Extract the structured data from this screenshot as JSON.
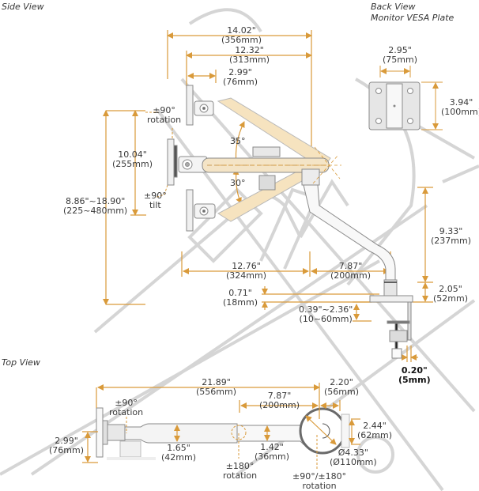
{
  "colors": {
    "dimension": "#d99a3a",
    "arm_fill": "#f4f4f4",
    "arm_stroke": "#8a8a8a",
    "highlight": "#f6e3bf",
    "watermark": "#bdbdbd"
  },
  "views": {
    "side_title": "Side View",
    "back_title_line1": "Back View",
    "back_title_line2": "Monitor VESA Plate",
    "top_title": "Top View"
  },
  "side_view": {
    "overall_reach": {
      "in": "14.02\"",
      "mm": "(356mm)"
    },
    "arm_reach": {
      "in": "12.32\"",
      "mm": "(313mm)"
    },
    "head_offset": {
      "in": "2.99\"",
      "mm": "(76mm)"
    },
    "rotation": {
      "value": "±90°",
      "label": "rotation"
    },
    "tilt": {
      "value": "±90°",
      "label": "tilt"
    },
    "angle_up": "35°",
    "angle_down": "30°",
    "vertical_travel": {
      "in": "10.04\"",
      "mm": "(255mm)"
    },
    "height_range": {
      "in": "8.86\"~18.90\"",
      "mm": "(225~480mm)"
    },
    "lower_reach": {
      "in": "12.76\"",
      "mm": "(324mm)"
    },
    "base_arm": {
      "in": "7.87\"",
      "mm": "(200mm)"
    },
    "pole_height": {
      "in": "9.33\"",
      "mm": "(237mm)"
    },
    "base_height": {
      "in": "2.05\"",
      "mm": "(52mm)"
    },
    "clamp_plate": {
      "in": "0.71\"",
      "mm": "(18mm)"
    },
    "desk_thickness": {
      "in": "0.39\"~2.36\"",
      "mm": "(10~60mm)"
    },
    "clamp_gap": {
      "in": "0.20\"",
      "mm": "(5mm)"
    }
  },
  "back_view": {
    "width": {
      "in": "2.95\"",
      "mm": "(75mm)"
    },
    "height": {
      "in": "3.94\"",
      "mm": "(100mm)"
    }
  },
  "top_view": {
    "total_length": {
      "in": "21.89\"",
      "mm": "(556mm)"
    },
    "lower_arm": {
      "in": "7.87\"",
      "mm": "(200mm)"
    },
    "base_offset": {
      "in": "2.20\"",
      "mm": "(56mm)"
    },
    "head_rotation": {
      "value": "±90°",
      "label": "rotation"
    },
    "plate_width": {
      "in": "2.99\"",
      "mm": "(76mm)"
    },
    "arm_width": {
      "in": "1.65\"",
      "mm": "(42mm)"
    },
    "lower_arm_width": {
      "in": "1.42\"",
      "mm": "(36mm)"
    },
    "mid_rotation": {
      "value": "±180°",
      "label": "rotation"
    },
    "base_width": {
      "in": "2.44\"",
      "mm": "(62mm)"
    },
    "base_diameter": {
      "in": "Ø4.33\"",
      "mm": "(Ø110mm)"
    },
    "base_rotation": {
      "value": "±90°/±180°",
      "label": "rotation"
    }
  }
}
